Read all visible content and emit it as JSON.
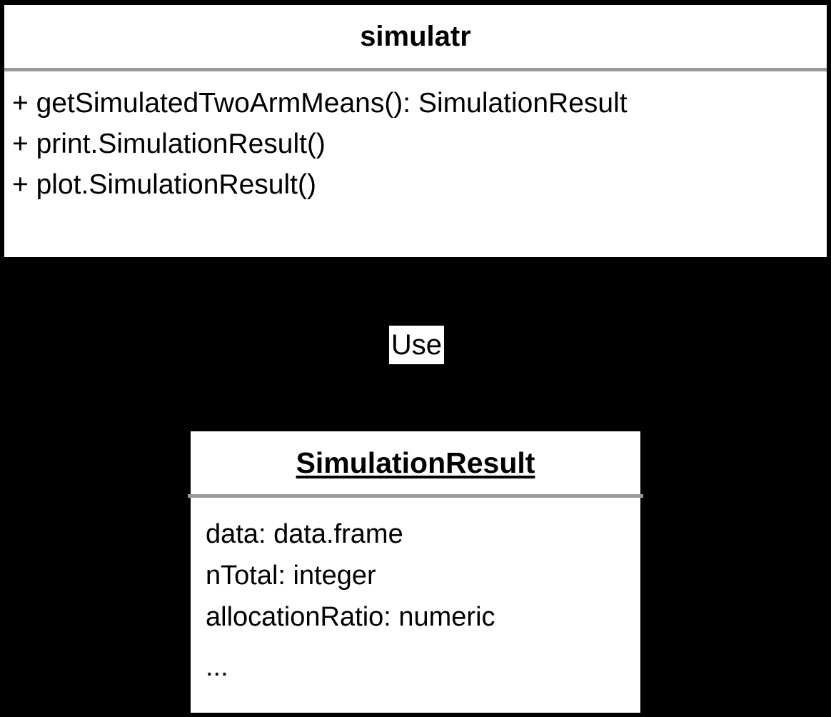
{
  "diagram": {
    "type": "uml-class-diagram",
    "background_color": "#000000",
    "box_fill_color": "#ffffff",
    "border_color": "#000000",
    "divider_color": "#9a9a9a",
    "text_color": "#000000"
  },
  "package_box": {
    "title": "simulatr",
    "title_style": "bold",
    "members": [
      "+ getSimulatedTwoArmMeans(): SimulationResult",
      "+ print.SimulationResult()",
      "+ plot.SimulationResult()"
    ]
  },
  "relationship": {
    "label": "Use",
    "from": "simulatr",
    "to": "SimulationResult"
  },
  "class_box": {
    "title": "SimulationResult",
    "title_style": "bold-underline",
    "attributes": [
      "data: data.frame",
      "nTotal: integer",
      "allocationRatio: numeric"
    ],
    "ellipsis": "..."
  }
}
